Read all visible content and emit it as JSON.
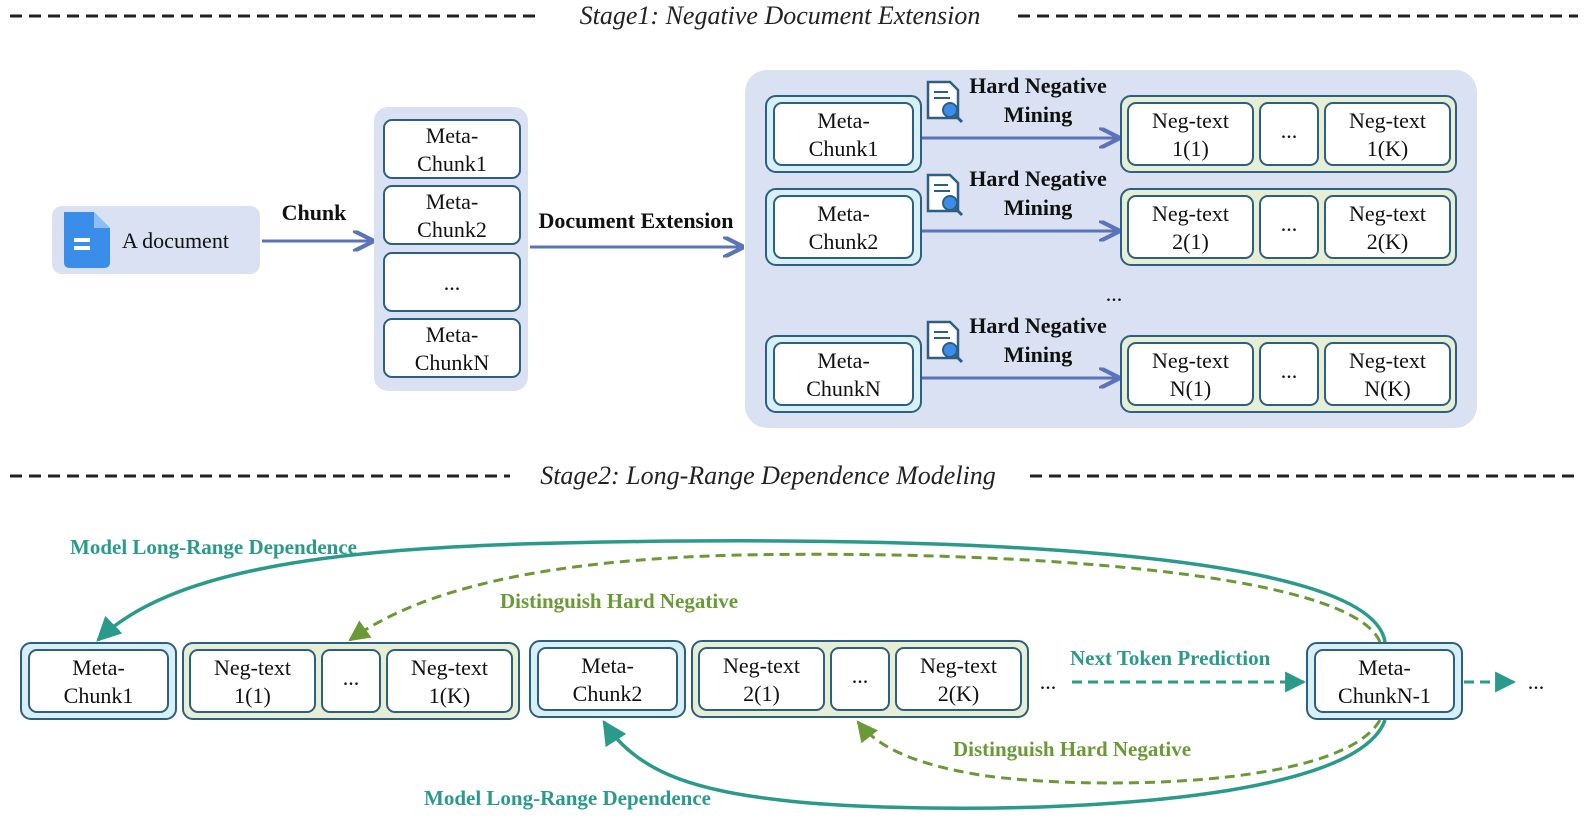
{
  "stage1": {
    "title": "Stage1: Negative Document Extension",
    "document_label": "A document",
    "chunk_label": "Chunk",
    "doc_extension_label": "Document Extension",
    "meta_chunks": [
      [
        "Meta-",
        "Chunk1"
      ],
      [
        "Meta-",
        "Chunk2"
      ],
      [
        "..."
      ],
      [
        "Meta-",
        "ChunkN"
      ]
    ],
    "mining_label": [
      "Hard Negative",
      "Mining"
    ],
    "rows": [
      {
        "meta": [
          "Meta-",
          "Chunk1"
        ],
        "neg_first": [
          "Neg-text",
          "1(1)"
        ],
        "neg_last": [
          "Neg-text",
          "1(K)"
        ]
      },
      {
        "meta": [
          "Meta-",
          "Chunk2"
        ],
        "neg_first": [
          "Neg-text",
          "2(1)"
        ],
        "neg_last": [
          "Neg-text",
          "2(K)"
        ]
      },
      {
        "meta": [
          "Meta-",
          "ChunkN"
        ],
        "neg_first": [
          "Neg-text",
          "N(1)"
        ],
        "neg_last": [
          "Neg-text",
          "N(K)"
        ]
      }
    ],
    "ellipsis": "...",
    "inner_ellipsis": "..."
  },
  "stage2": {
    "title": "Stage2: Long-Range Dependence Modeling",
    "model_dep_label": "Model Long-Range Dependence",
    "distinguish_label": "Distinguish Hard Negative",
    "next_token_label": "Next Token Prediction",
    "meta1": [
      "Meta-",
      "Chunk1"
    ],
    "neg1_first": [
      "Neg-text",
      "1(1)"
    ],
    "neg1_last": [
      "Neg-text",
      "1(K)"
    ],
    "meta2": [
      "Meta-",
      "Chunk2"
    ],
    "neg2_first": [
      "Neg-text",
      "2(1)"
    ],
    "neg2_last": [
      "Neg-text",
      "2(K)"
    ],
    "metaN1": [
      "Meta-",
      "ChunkN-1"
    ],
    "ellipsis": "...",
    "trail": "..."
  },
  "colors": {
    "panel_bg": "#d9e1f2",
    "box_border": "#2e5f82",
    "box_fill": "#ffffff",
    "meta_outer_fill": "#d7f0f6",
    "neg_outer_fill": "#e6efd4",
    "arrow_blue": "#5b73b8",
    "teal": "#2a9a8a",
    "green": "#6a9a35",
    "doc_icon": "#3a8de8"
  },
  "icons": [
    "document-icon",
    "search-document-icon"
  ]
}
